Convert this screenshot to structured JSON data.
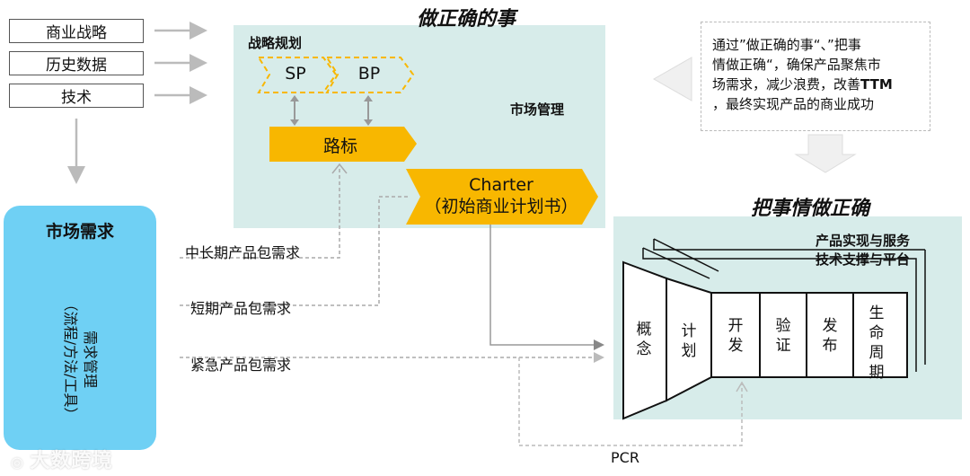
{
  "inputs": [
    "商业战略",
    "历史数据",
    "技术"
  ],
  "top_panel": {
    "title": "做正确的事",
    "section_label": "战略规划",
    "sp": "SP",
    "bp": "BP",
    "market_mgmt": "市场管理",
    "roadmap": "路标",
    "charter_line1": "Charter",
    "charter_line2": "（初始商业计划书）"
  },
  "callout": {
    "line1": "通过”做正确的事“、”把事",
    "line2": "情做正确“，确保产品聚焦市",
    "line3_pre": "场需求，减少浪费，改善",
    "line3_bold": "TTM",
    "line4": "，最终实现产品的商业成功"
  },
  "market_card": {
    "title": "市场需求",
    "subtitle_line1": "需求管理",
    "subtitle_line2": "（流程/方法/工具）"
  },
  "requirements": [
    "中长期产品包需求",
    "短期产品包需求",
    "紧急产品包需求"
  ],
  "bottom_panel": {
    "title": "把事情做正确",
    "label1": "产品实现与服务",
    "label2": "技术支撑与平台",
    "phases": [
      "概念",
      "计划",
      "开发",
      "验证",
      "发布",
      "生命周期"
    ]
  },
  "pcr": "PCR",
  "watermark": "大数跨境",
  "colors": {
    "accent_yellow": "#f8b700",
    "panel": "#d7ecea",
    "card_blue": "#6fd0f4"
  }
}
